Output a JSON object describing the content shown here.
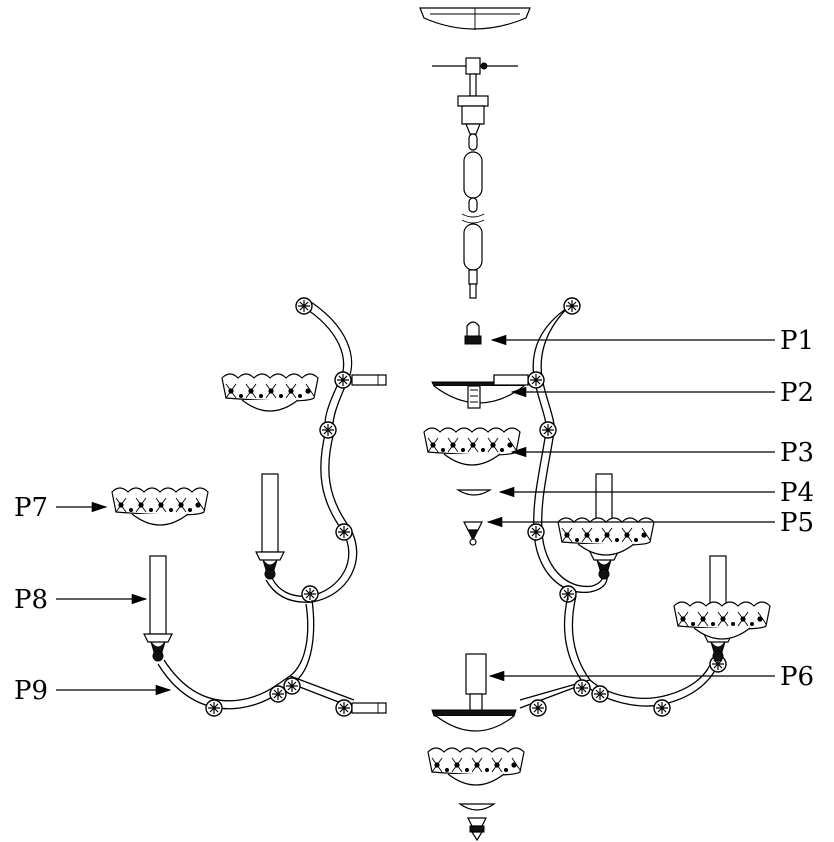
{
  "labels": {
    "p1": "P1",
    "p2": "P2",
    "p3": "P3",
    "p4": "P4",
    "p5": "P5",
    "p6": "P6",
    "p7": "P7",
    "p8": "P8",
    "p9": "P9"
  },
  "colors": {
    "ink": "#000000",
    "background": "#ffffff"
  }
}
